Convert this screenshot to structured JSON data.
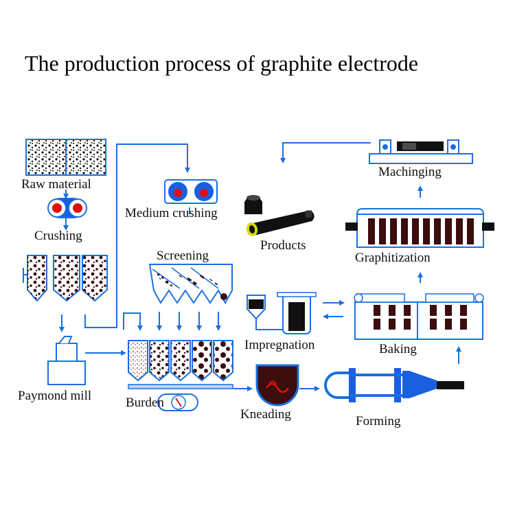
{
  "title": "The production process of graphite electrode",
  "steps": {
    "raw_material": "Raw material",
    "crushing": "Crushing",
    "paymond_mill": "Paymond mill",
    "medium_crushing": "Medium crushing",
    "screening": "Screening",
    "burden": "Burden",
    "kneading": "Kneading",
    "forming": "Forming",
    "baking": "Baking",
    "impregnation": "Impregnation",
    "graphitization": "Graphitization",
    "machinging": "Machinging",
    "products": "Products"
  },
  "colors": {
    "arrow": "#1a6fe0",
    "outline": "#1a6fe0",
    "dark_fill": "#3b0d0d",
    "red_core": "#e01010",
    "blue_fill": "#1a5fe0"
  }
}
